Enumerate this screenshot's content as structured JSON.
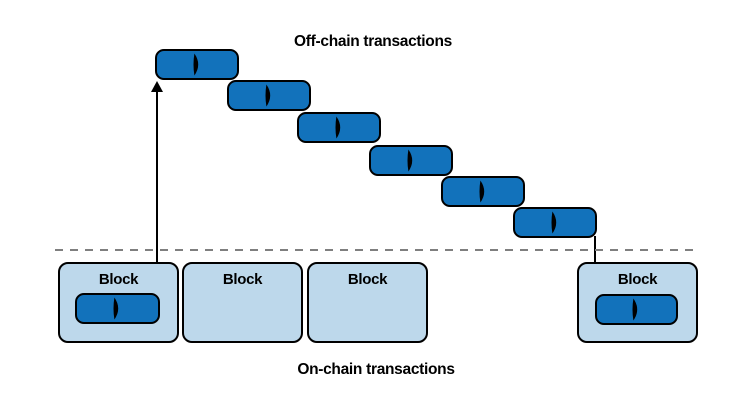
{
  "labels": {
    "offchain": "Off-chain transactions",
    "onchain": "On-chain transactions"
  },
  "offchain_transactions": {
    "count": 6,
    "icon": "transaction-glyph"
  },
  "blocks": [
    {
      "label": "Block",
      "contains_transaction": true
    },
    {
      "label": "Block",
      "contains_transaction": false
    },
    {
      "label": "Block",
      "contains_transaction": false
    },
    {
      "label": "Block",
      "contains_transaction": true
    }
  ],
  "arrows": {
    "up_arrow": "from first block transaction to first off-chain transaction",
    "down_arrow": "from last off-chain transaction into newest block transaction"
  },
  "colors": {
    "transaction_fill": "#1272BB",
    "block_fill": "#BDD8EB",
    "outline": "#000000",
    "dashed_line": "#7F7F7F",
    "arrow": "#000000",
    "text": "#000000",
    "background": "#FFFFFF"
  }
}
